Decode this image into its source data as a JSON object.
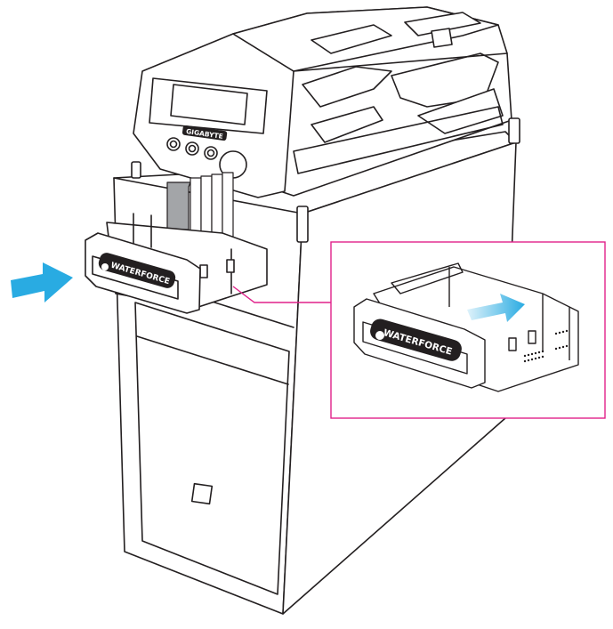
{
  "diagram": {
    "brand_label": "GIGABYTE",
    "module_label": "WATERFORCE",
    "inset_module_label": "WATERFORCE",
    "colors": {
      "line": "#231f20",
      "fill": "#ffffff",
      "inset_border": "#e0218a",
      "arrow": "#29abe2",
      "cable": "#a3a5a8",
      "cable_dark": "#6d6f72"
    },
    "icons": [
      "insert-arrow-icon",
      "inset-arrow-icon",
      "water-drop-icon"
    ]
  }
}
